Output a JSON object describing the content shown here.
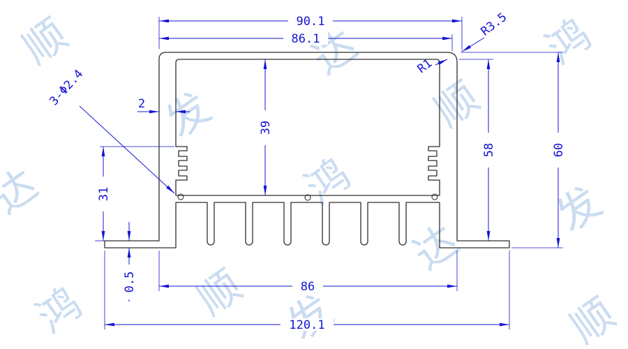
{
  "drawing_type": "aluminum extrusion profile cross-section",
  "dimensions": {
    "width_overall_top": "90.1",
    "width_inner_top": "86.1",
    "corner_radius_outer": "R3.5",
    "corner_radius_inner": "R1",
    "wall_thickness": "2",
    "cavity_height": "39",
    "inner_height": "58",
    "overall_height": "60",
    "side_height": "31",
    "hole_callout": "3-Φ2.4",
    "base_lip": "0.5",
    "base_width": "86",
    "overall_width": "120.1"
  },
  "colors": {
    "dimension_blue": "#1414d2",
    "profile_line": "#2e2e2e",
    "watermark_blue": "#9fc0e6"
  },
  "watermark": {
    "chars": [
      "顺",
      "达",
      "鸿",
      "发",
      "顺",
      "达",
      "鸿",
      "发",
      "顺",
      "达",
      "鸿",
      "发",
      "顺"
    ]
  }
}
